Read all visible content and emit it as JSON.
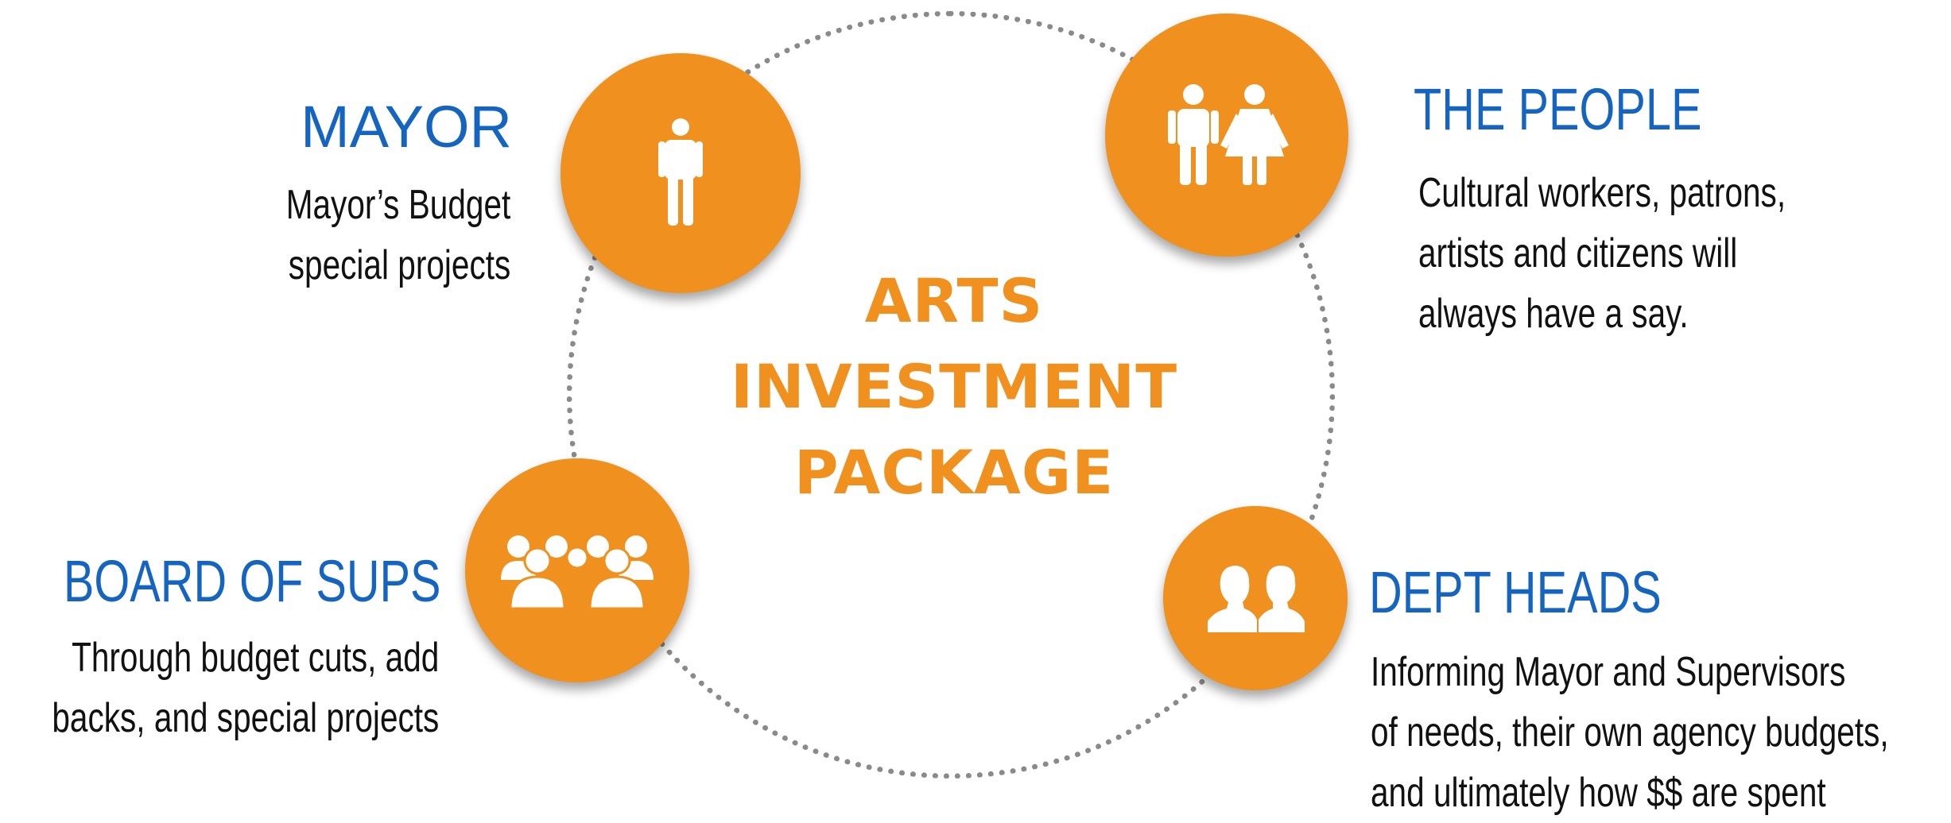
{
  "center": {
    "lines": [
      "ARTS",
      "INVESTMENT",
      "PACKAGE"
    ]
  },
  "colors": {
    "accent": "#f0901e",
    "heading": "#1565c0",
    "ring": "#8a8a8a",
    "text": "#111111"
  },
  "nodes": {
    "mayor": {
      "icon": "person-icon",
      "title": "MAYOR",
      "lines": [
        "Mayor’s Budget",
        "special projects"
      ]
    },
    "people": {
      "icon": "man-woman-icon",
      "title": "THE PEOPLE",
      "lines": [
        "Cultural workers, patrons,",
        "artists and citizens will",
        "always have a say."
      ]
    },
    "board": {
      "icon": "group-icon",
      "title": "BOARD OF SUPS",
      "lines": [
        "Through budget cuts, add",
        "backs, and special projects"
      ]
    },
    "dept": {
      "icon": "two-heads-icon",
      "title": "DEPT HEADS",
      "lines": [
        "Informing Mayor and Supervisors",
        "of needs, their own agency budgets,",
        "and ultimately how $$ are spent"
      ]
    }
  }
}
